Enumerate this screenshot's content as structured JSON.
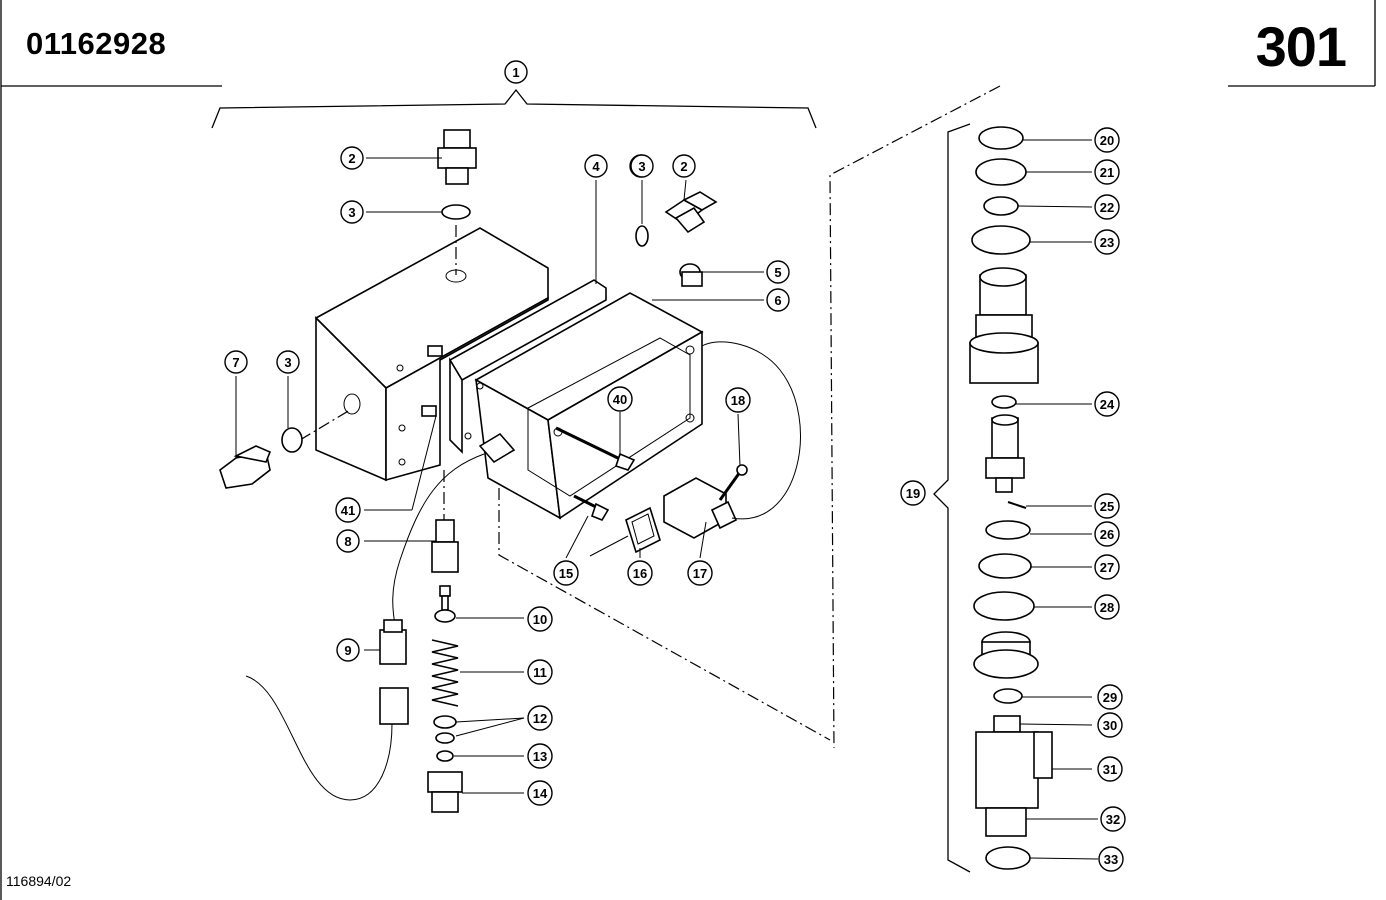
{
  "header": {
    "document_number": "01162928",
    "page_number": "301"
  },
  "footer": {
    "drawing_id": "116894/02"
  },
  "callouts": [
    {
      "label": "1"
    },
    {
      "label": "2"
    },
    {
      "label": "3"
    },
    {
      "label": "2"
    },
    {
      "label": "3"
    },
    {
      "label": "4"
    },
    {
      "label": "3"
    },
    {
      "label": "5"
    },
    {
      "label": "6"
    },
    {
      "label": "7"
    },
    {
      "label": "3"
    },
    {
      "label": "40"
    },
    {
      "label": "18"
    },
    {
      "label": "41"
    },
    {
      "label": "8"
    },
    {
      "label": "15"
    },
    {
      "label": "16"
    },
    {
      "label": "17"
    },
    {
      "label": "9"
    },
    {
      "label": "10"
    },
    {
      "label": "11"
    },
    {
      "label": "12"
    },
    {
      "label": "13"
    },
    {
      "label": "14"
    },
    {
      "label": "19"
    },
    {
      "label": "20"
    },
    {
      "label": "21"
    },
    {
      "label": "22"
    },
    {
      "label": "23"
    },
    {
      "label": "24"
    },
    {
      "label": "25"
    },
    {
      "label": "26"
    },
    {
      "label": "27"
    },
    {
      "label": "28"
    },
    {
      "label": "29"
    },
    {
      "label": "30"
    },
    {
      "label": "31"
    },
    {
      "label": "32"
    },
    {
      "label": "33"
    }
  ]
}
